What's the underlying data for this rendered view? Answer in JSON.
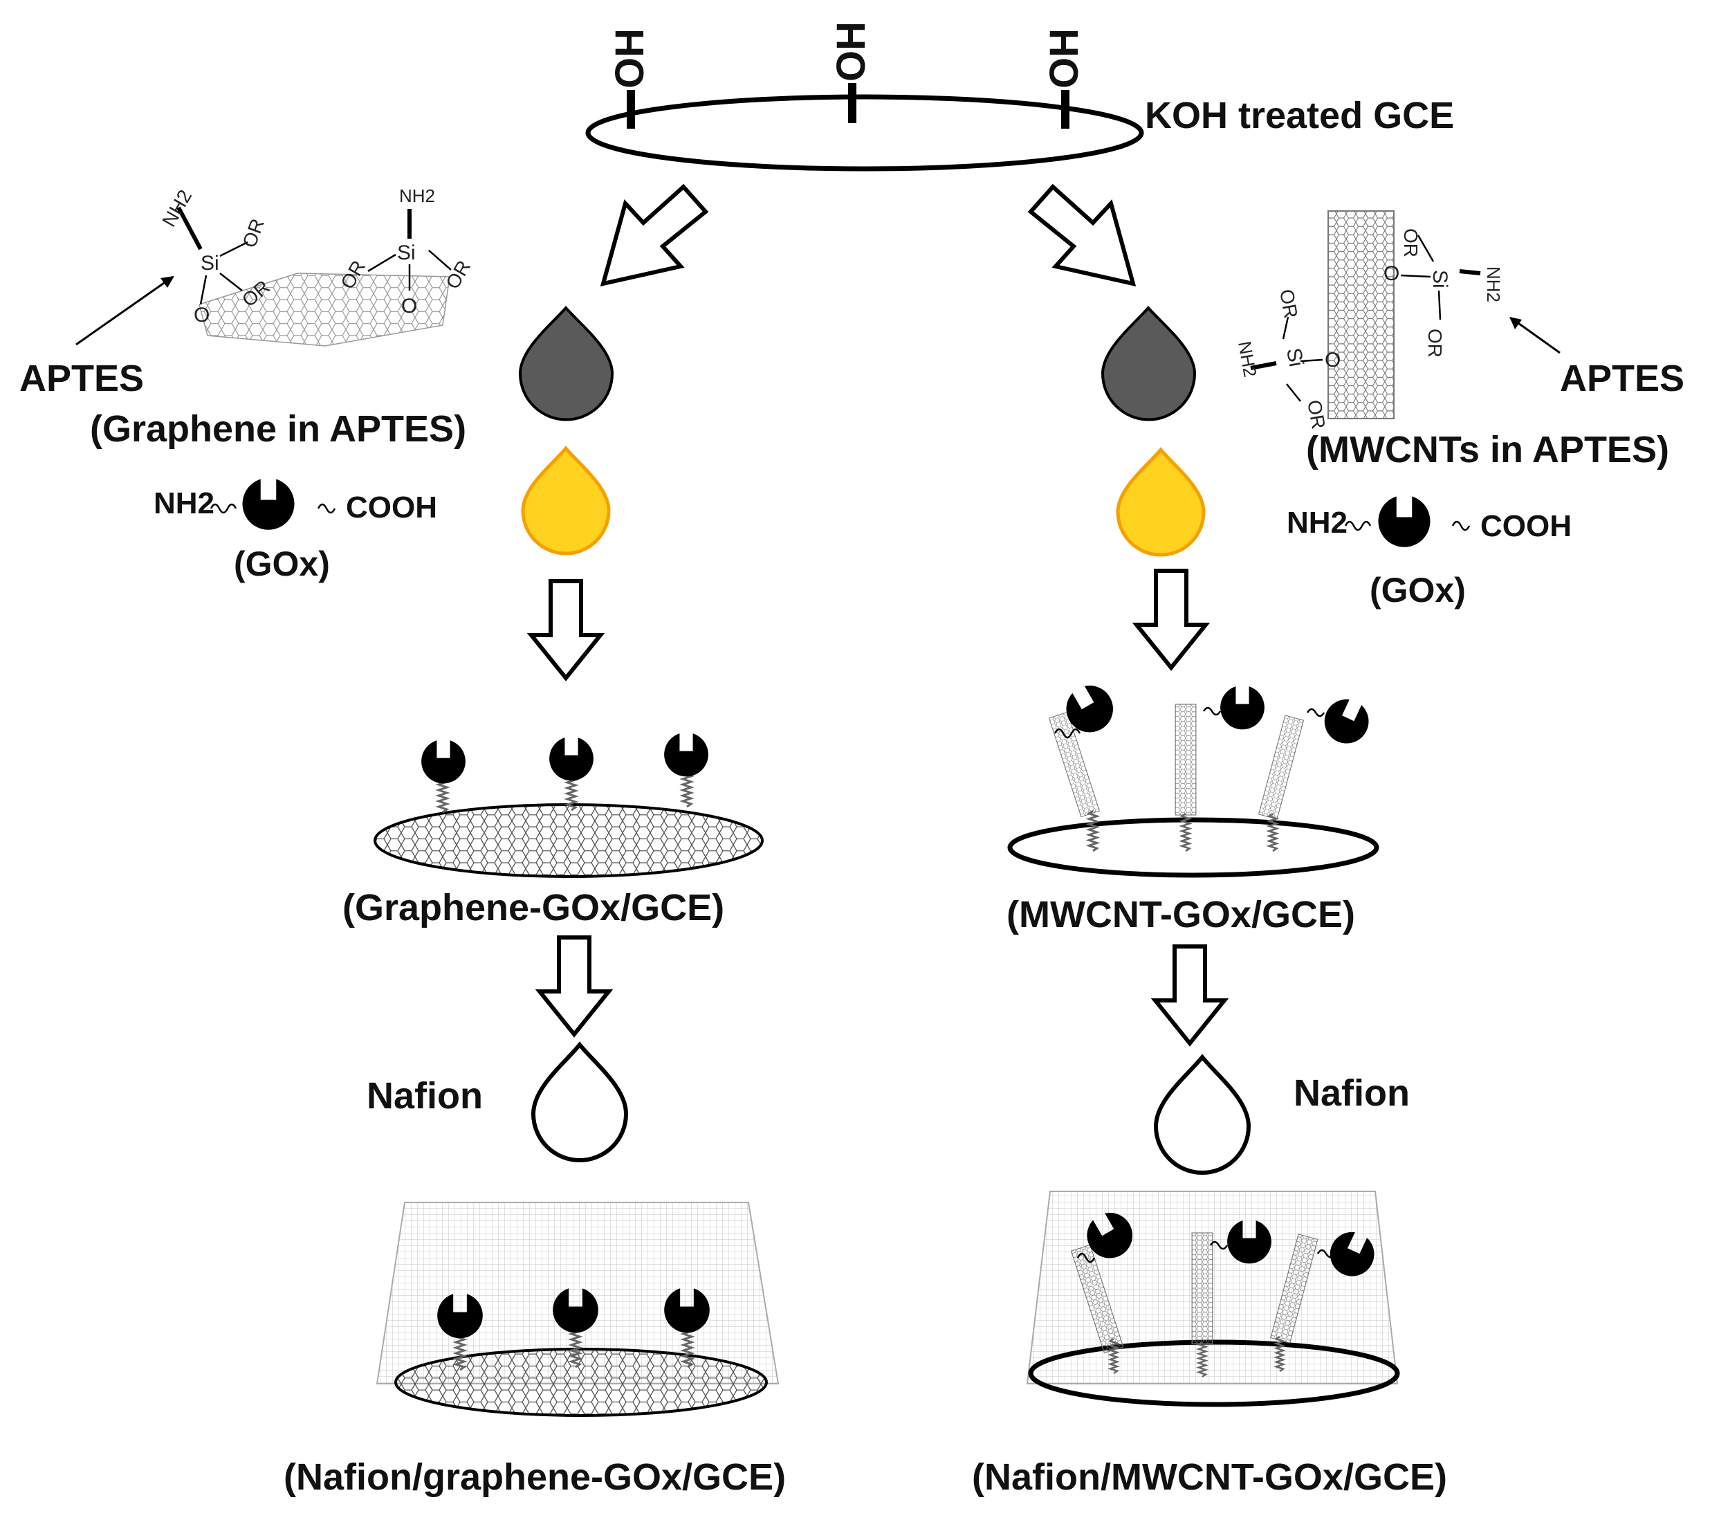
{
  "top": {
    "oh_labels": [
      "OH",
      "OH",
      "OH"
    ],
    "electrode_label": "KOH treated GCE"
  },
  "left": {
    "aptes_label": "APTES",
    "suspension_label": "(Graphene in APTES)",
    "enzyme": {
      "amine": "NH2",
      "carboxyl": "COOH",
      "label": "(GOx)"
    },
    "chem_labels": {
      "nh2_a": "NH2",
      "nh2_b": "NH2",
      "si": "Si",
      "or": "OR",
      "o": "O"
    },
    "product_label": "(Graphene-GOx/GCE)",
    "nafion_label": "Nafion",
    "final_label": "(Nafion/graphene-GOx/GCE)"
  },
  "right": {
    "aptes_label": "APTES",
    "suspension_label": "(MWCNTs in APTES)",
    "enzyme": {
      "amine": "NH2",
      "carboxyl": "COOH",
      "label": "(GOx)"
    },
    "chem_labels": {
      "nh2": "NH2",
      "si": "Si",
      "or": "OR",
      "o": "O"
    },
    "product_label": "(MWCNT-GOx/GCE)",
    "nafion_label": "Nafion",
    "final_label": "(Nafion/MWCNT-GOx/GCE)"
  },
  "colors": {
    "dark_drop": "#5a5a5a",
    "yellow_drop": "#ffd21f",
    "yellow_drop_edge": "#f5a000",
    "enzyme": "#000000",
    "line": "#000000"
  }
}
